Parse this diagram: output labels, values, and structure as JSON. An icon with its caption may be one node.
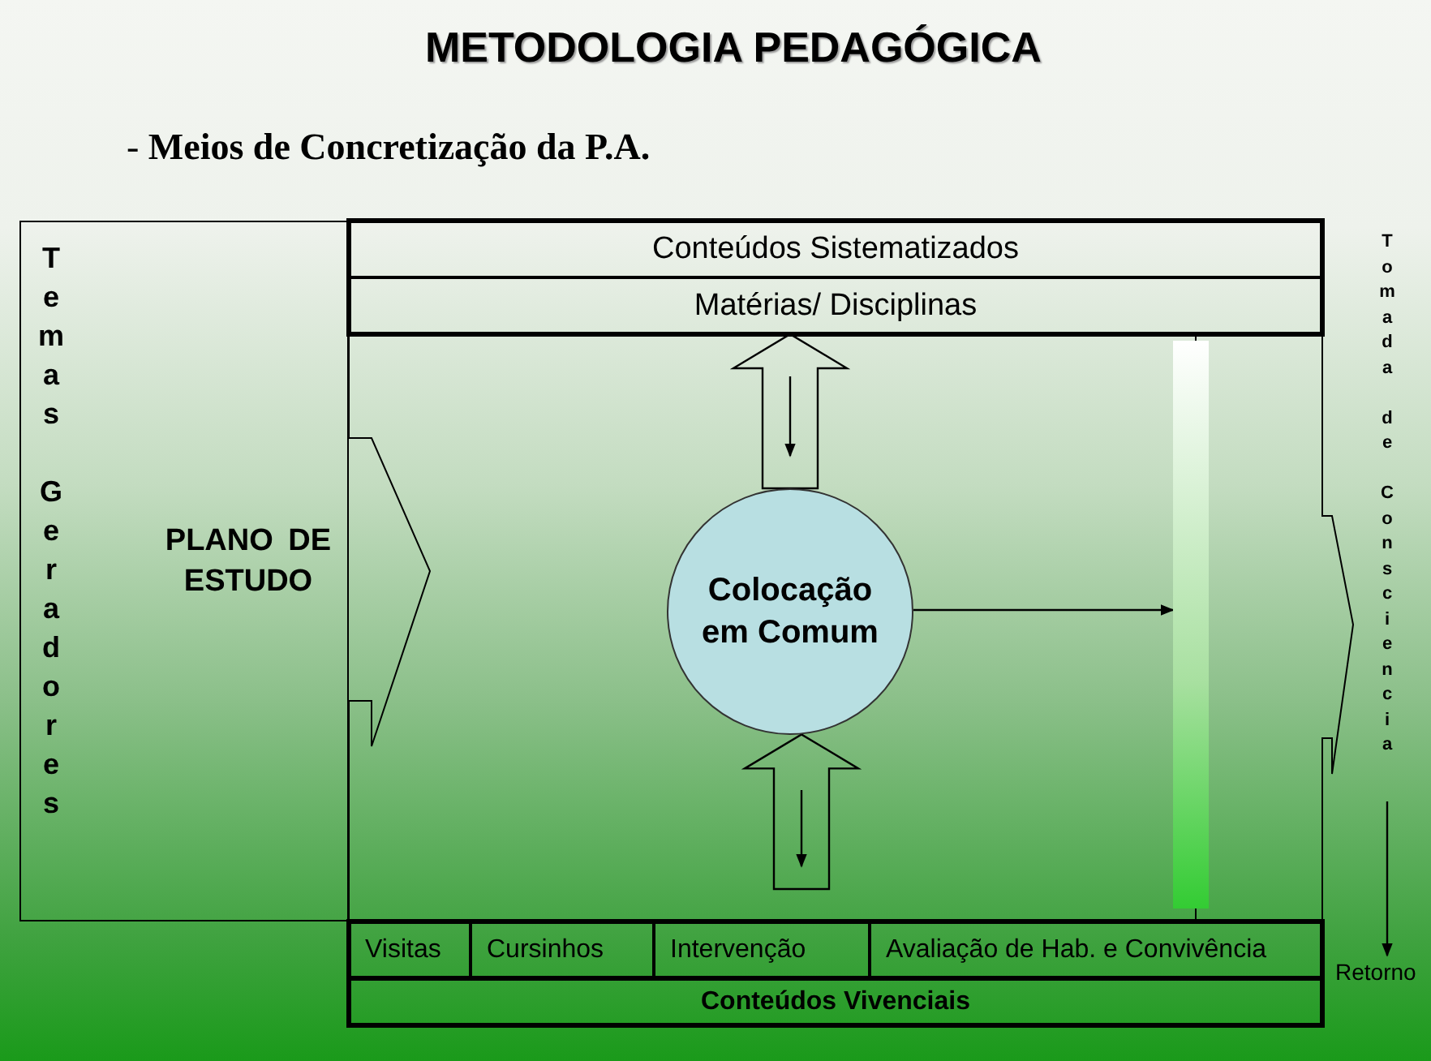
{
  "diagram": {
    "title": "METODOLOGIA PEDAGÓGICA",
    "nodes": [
      {
        "text": [
          "Temas Geradores"
        ]
      },
      {
        "text": [
          "PLANO DE ESTUDO"
        ],
        "in": 0
      },
      {
        "text": [
          "Conteúdos Sistematizados"
        ]
      },
      {
        "text": [
          "Matérias/ Disciplinas"
        ]
      },
      {
        "text": [
          "Colocação em Comum"
        ]
      },
      {
        "text": [],
        "shape": "bar"
      },
      {
        "text": [
          "Tomada de Consciencia"
        ]
      },
      {
        "text": [
          "Visitas"
        ]
      },
      {
        "text": [
          "Cursinhos"
        ]
      },
      {
        "text": [
          "Intervenção"
        ]
      },
      {
        "text": [
          "Avaliação de Hab. e Convivência"
        ]
      },
      {
        "text": [
          "Conteúdos Vivenciais"
        ]
      },
      {
        "text": [
          "Retorno"
        ]
      }
    ],
    "edges": [
      {
        "from": 4,
        "to": 3,
        "arrow": "to",
        "style": "thick"
      },
      {
        "from": null,
        "to": 4,
        "arrow": "to",
        "style": "thick"
      },
      {
        "from": 4,
        "to": 5,
        "arrow": "to"
      },
      {
        "from": 6,
        "to": 12,
        "arrow": "to"
      }
    ],
    "labels": [
      "- **Meios de Concretização da P.A.**"
    ]
  }
}
